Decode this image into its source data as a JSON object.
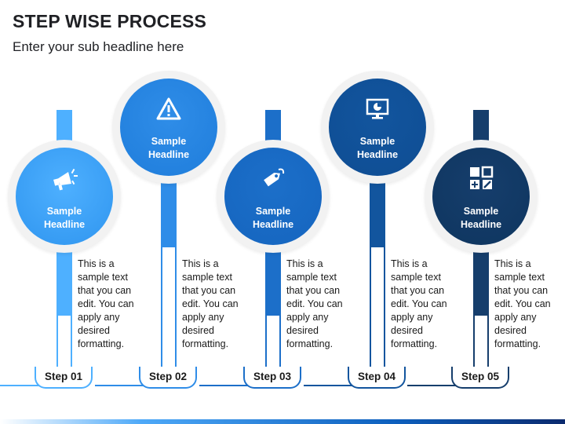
{
  "slide": {
    "title": "STEP WISE PROCESS",
    "subtitle": "Enter your sub headline here"
  },
  "steps": [
    {
      "headline_line1": "Sample",
      "headline_line2": "Headline",
      "body": "This is a\nsample text\nthat you can\nedit. You can\napply any\ndesired\nformatting.",
      "label": "Step 01",
      "icon": "megaphone-icon",
      "color": "#4eb0ff",
      "color_dark": "#2f95ef"
    },
    {
      "headline_line1": "Sample",
      "headline_line2": "Headline",
      "body": "This is a\nsample text\nthat you can\nedit. You can\napply any\ndesired\nformatting.",
      "label": "Step 02",
      "icon": "warning-icon",
      "color": "#2f8de8",
      "color_dark": "#1f7ddb"
    },
    {
      "headline_line1": "Sample",
      "headline_line2": "Headline",
      "body": "This is a\nsample text\nthat you can\nedit. You can\napply any\ndesired\nformatting.",
      "label": "Step 03",
      "icon": "price-tag-icon",
      "color": "#1c6fc9",
      "color_dark": "#1565bf"
    },
    {
      "headline_line1": "Sample",
      "headline_line2": "Headline",
      "body": "This is a\nsample text\nthat you can\nedit. You can\napply any\ndesired\nformatting.",
      "label": "Step 04",
      "icon": "monitor-chart-icon",
      "color": "#12559e",
      "color_dark": "#0f4d93"
    },
    {
      "headline_line1": "Sample",
      "headline_line2": "Headline",
      "body": "This is a\nsample text\nthat you can\nedit. You can\napply any\ndesired\nformatting.",
      "label": "Step 05",
      "icon": "grid-icon",
      "color": "#163e6c",
      "color_dark": "#0e355f"
    }
  ]
}
